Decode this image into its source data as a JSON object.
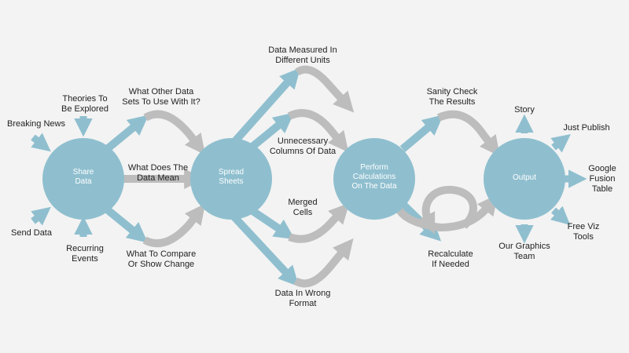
{
  "colors": {
    "circle": "#8fbfcf",
    "arrow_blue": "#8fbfcf",
    "arrow_gray": "#bdbdbd",
    "background": "#f3f3f3"
  },
  "circles": {
    "share": [
      "Share",
      "Data"
    ],
    "spread": [
      "Spread",
      "Sheets"
    ],
    "perform": [
      "Perform",
      "Calculations",
      "On The Data"
    ],
    "output": [
      "Output"
    ]
  },
  "inputs": {
    "breaking_news": "Breaking News",
    "theories": [
      "Theories To",
      "Be Explored"
    ],
    "send_data": "Send Data",
    "recurring": [
      "Recurring",
      "Events"
    ]
  },
  "stage1": {
    "other_data": [
      "What Other Data",
      "Sets To Use With It?"
    ],
    "data_mean": [
      "What Does The",
      "Data Mean"
    ],
    "compare": [
      "What To Compare",
      "Or Show Change"
    ]
  },
  "stage2": {
    "units": [
      "Data Measured In",
      "Different Units"
    ],
    "unnecessary": [
      "Unnecessary",
      "Columns Of Data"
    ],
    "merged": [
      "Merged",
      "Cells"
    ],
    "format": [
      "Data In Wrong",
      "Format"
    ]
  },
  "stage3": {
    "sanity": [
      "Sanity Check",
      "The Results"
    ],
    "recalc": [
      "Recalculate",
      "If Needed"
    ]
  },
  "outputs": {
    "story": "Story",
    "publish": "Just Publish",
    "fusion": [
      "Google",
      "Fusion",
      "Table"
    ],
    "freeviz": [
      "Free Viz",
      "Tools"
    ],
    "graphics": [
      "Our Graphics",
      "Team"
    ]
  }
}
